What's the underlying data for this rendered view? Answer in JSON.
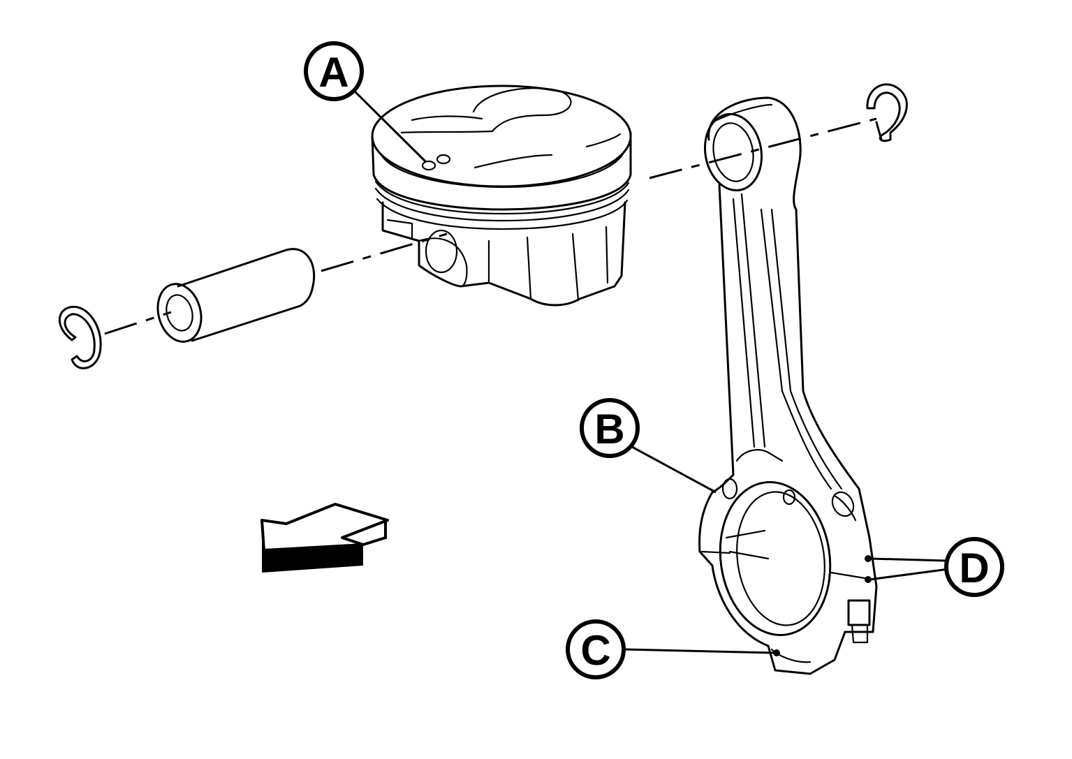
{
  "diagram": {
    "callouts": [
      {
        "id": "A",
        "label": "A"
      },
      {
        "id": "B",
        "label": "B"
      },
      {
        "id": "C",
        "label": "C"
      },
      {
        "id": "D",
        "label": "D"
      }
    ],
    "parts": [
      {
        "name": "piston",
        "callout": "A"
      },
      {
        "name": "piston-pin",
        "callout": ""
      },
      {
        "name": "snap-ring-left",
        "callout": ""
      },
      {
        "name": "snap-ring-right",
        "callout": ""
      },
      {
        "name": "connecting-rod",
        "callout": "B"
      },
      {
        "name": "rod-cap",
        "callout": "C"
      },
      {
        "name": "rod-bolts",
        "callout": "D"
      }
    ],
    "icons": {
      "direction_arrow": "front-direction-arrow-icon"
    },
    "colors": {
      "ink": "#000000",
      "background": "#ffffff"
    }
  }
}
